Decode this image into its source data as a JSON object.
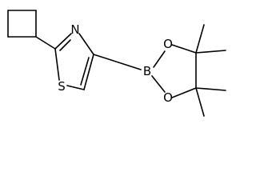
{
  "molecule": {
    "atoms": {
      "nitrogen": "N",
      "sulfur": "S",
      "boron": "B",
      "oxygen_upper": "O",
      "oxygen_lower": "O"
    }
  },
  "colors": {
    "bond": "#000000",
    "background": "#ffffff"
  }
}
